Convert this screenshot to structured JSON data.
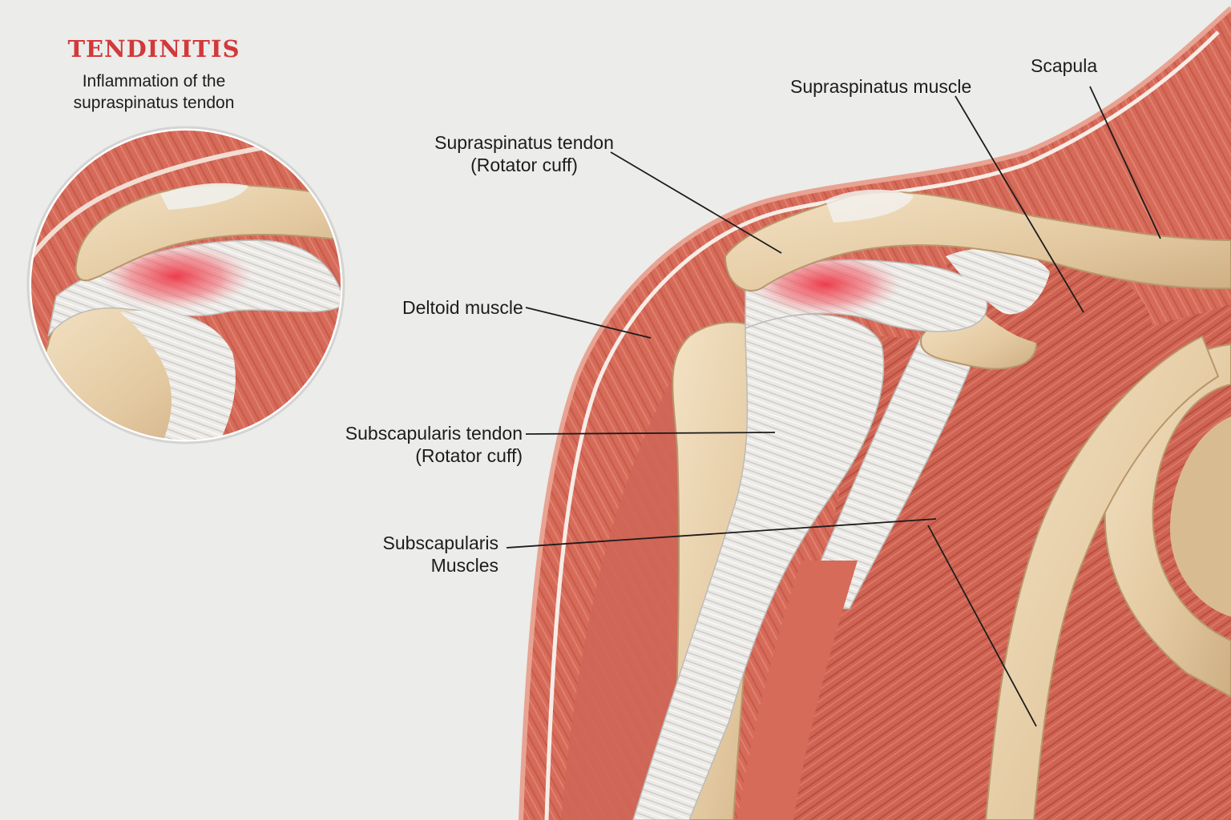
{
  "inset": {
    "title": "TENDINITIS",
    "subtitle_line1": "Inflammation of the",
    "subtitle_line2": "supraspinatus tendon"
  },
  "labels": {
    "scapula": "Scapula",
    "supraspinatus_muscle": "Supraspinatus muscle",
    "supraspinatus_tendon_line1": "Supraspinatus tendon",
    "supraspinatus_tendon_line2": "(Rotator cuff)",
    "deltoid_muscle": "Deltoid muscle",
    "subscapularis_tendon_line1": "Subscapularis tendon",
    "subscapularis_tendon_line2": "(Rotator cuff)",
    "subscapularis_muscles_line1": "Subscapularis",
    "subscapularis_muscles_line2": "Muscles"
  },
  "colors": {
    "background": "#ececea",
    "title_red": "#d2393a",
    "muscle": "#d9705f",
    "muscle_dark": "#b84a3c",
    "bone": "#e6cfab",
    "tendon": "#ecebe8",
    "inflammation": "#ea3a48"
  }
}
